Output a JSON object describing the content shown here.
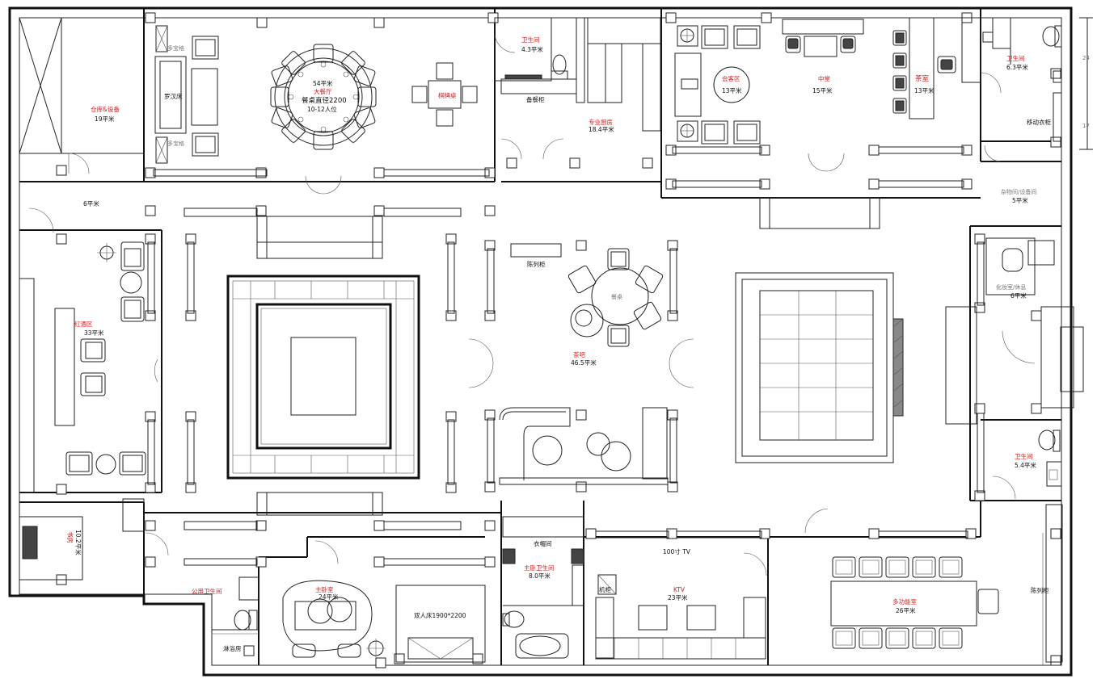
{
  "plan": {
    "dimensions": {
      "d1": "24",
      "d2": "17"
    },
    "rooms": {
      "warehouse": {
        "name": "仓库&设备",
        "area": "19平米"
      },
      "corridor_top": {
        "area": "6平米"
      },
      "dining": {
        "area_label": "54平米",
        "name": "大餐厅",
        "table": "餐桌直径2200",
        "seats": "10-12人位",
        "sofa": "罗汉床",
        "shelf1": "多宝格",
        "shelf2": "多宝格"
      },
      "chess": {
        "name": "棋牌桌"
      },
      "wc_top": {
        "name": "卫生间",
        "area": "4.3平米"
      },
      "pantry": {
        "name": "备餐柜"
      },
      "kitchen": {
        "name": "专业厨房",
        "area": "18.4平米"
      },
      "meeting": {
        "name": "会客区",
        "area": "13平米"
      },
      "office": {
        "name": "中堂",
        "area": "15平米"
      },
      "tea": {
        "name": "茶室",
        "area": "13平米"
      },
      "wc_right": {
        "name": "卫生间",
        "area": "6.3平米"
      },
      "wardrobe_right": {
        "name": "移动衣柜"
      },
      "storage_right": {
        "name": "杂物间/设备间",
        "area": "5平米"
      },
      "wine": {
        "name": "红酒区",
        "area": "33平米"
      },
      "bar": {
        "name": "茶吧",
        "area": "46.5平米",
        "cabinet": "陈列柜",
        "table": "餐桌"
      },
      "dress": {
        "name": "化妆室/休息",
        "area": "6平米"
      },
      "wc_mid_right": {
        "name": "卫生间",
        "area": "5.4平米"
      },
      "study": {
        "name": "书房",
        "area": "10.2平米"
      },
      "public_wc": {
        "name": "公用卫生间"
      },
      "shower": {
        "name": "淋浴房"
      },
      "bedroom": {
        "name": "主卧室",
        "area": "24平米",
        "bed": "双人床1900*2200"
      },
      "closet": {
        "name": "衣帽间"
      },
      "master_wc": {
        "name": "主卧卫生间",
        "area": "8.0平米"
      },
      "ktv": {
        "name": "KTV",
        "area": "23平米",
        "tv": "100寸 TV",
        "cabinet": "机柜"
      },
      "multi": {
        "name": "多功能室",
        "area": "26平米"
      },
      "display_right": {
        "name": "陈列柜"
      }
    }
  }
}
